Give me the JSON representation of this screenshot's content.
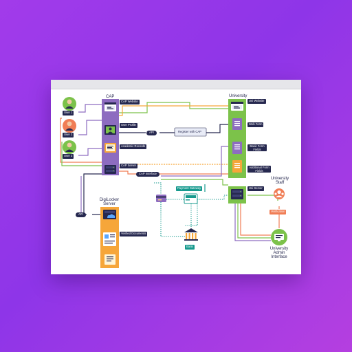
{
  "labels": {
    "cap_title": "CAP",
    "university_title": "University",
    "digilocker_title": "DigiLocker Server",
    "university_staff_title": "University Staff",
    "university_admin_title": "University Admin Interface",
    "user1": "User 1",
    "user2": "User 2",
    "user3": "User 3",
    "cap_website": "CAP Website",
    "user_profile": "User Profile",
    "academic_records": "Academic Records",
    "cap_server": "CAP Server",
    "cap_interface": "CAP Interface",
    "api_top": "API",
    "api_left": "API",
    "register_with_cap": "Register with CAP",
    "uni_website": "Uni Website",
    "web_form": "Web Form",
    "basic_form_fields": "Basic Form Fields",
    "additional_form_fields": "Additional Form Fields",
    "uni_server": "Uni Server",
    "payment_gateway": "Payment Gateway",
    "bank": "Bank",
    "verification": "Verification",
    "verified_documents": "Verified Documents"
  },
  "colors": {
    "background": "#a23bea",
    "cap": "#8d6cc0",
    "university": "#7cc24a",
    "digilocker": "#f6a63a",
    "navy": "#26284f",
    "teal": "#179a8e",
    "orange": "#f07d55"
  }
}
